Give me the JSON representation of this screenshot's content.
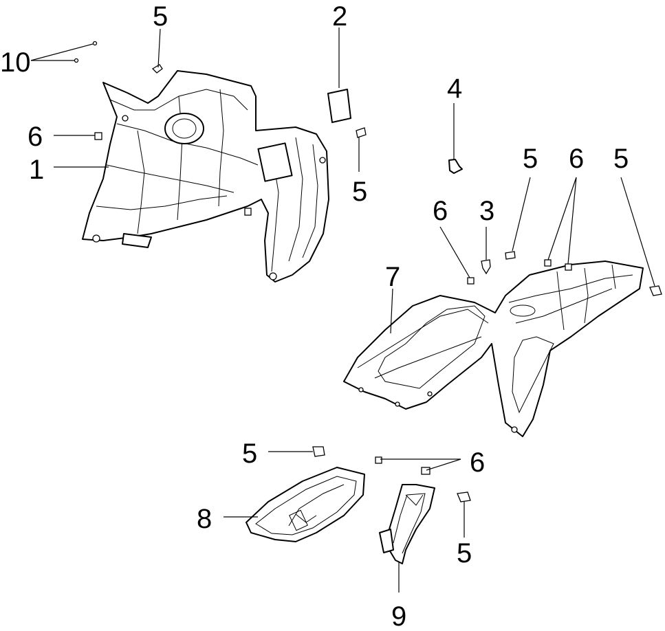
{
  "callouts": {
    "c10": "10",
    "c5a": "5",
    "c2": "2",
    "c6a": "6",
    "c1": "1",
    "c5b": "5",
    "c4": "4",
    "c5c": "5",
    "c6b": "6",
    "c5d": "5",
    "c6c": "6",
    "c3": "3",
    "c7": "7",
    "c5e": "5",
    "c6d": "6",
    "c8": "8",
    "c5f": "5",
    "c9": "9"
  }
}
